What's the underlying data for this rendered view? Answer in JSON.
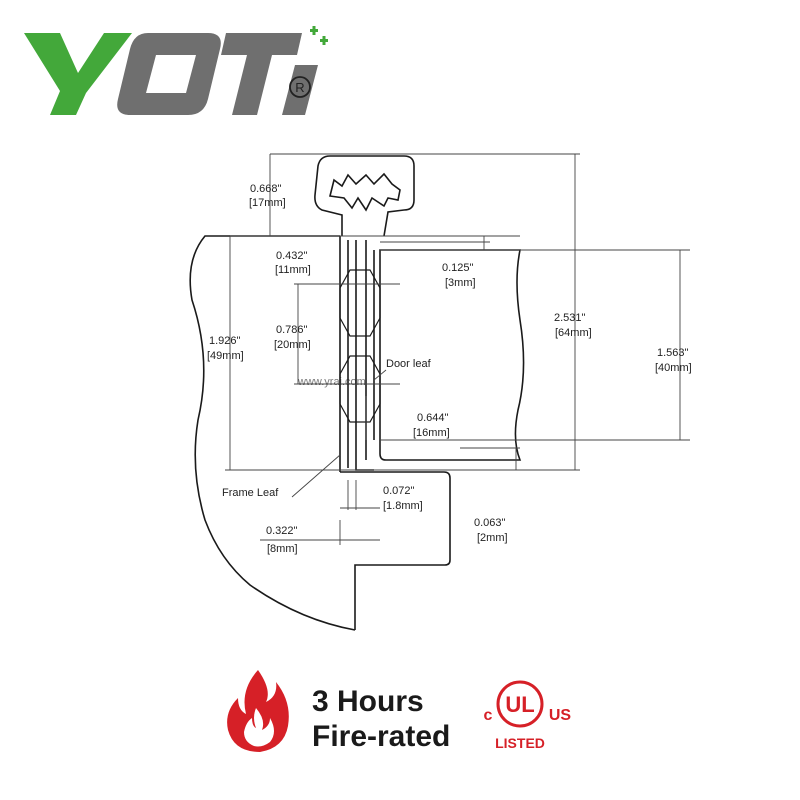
{
  "logo": {
    "brand": "YOTI",
    "registered_mark": "R",
    "colors": {
      "green": "#43a83a",
      "gray": "#6f6f6f"
    }
  },
  "diagram": {
    "watermark": "www.yrai.com",
    "dimensions": {
      "knuckle_height": {
        "in": "0.668\"",
        "mm": "[17mm]"
      },
      "top_offset": {
        "in": "0.432\"",
        "mm": "[11mm]"
      },
      "door_gap": {
        "in": "0.125\"",
        "mm": "[3mm]"
      },
      "overall_height": {
        "in": "2.531\"",
        "mm": "[64mm]"
      },
      "frame_leaf_height": {
        "in": "1.926\"",
        "mm": "[49mm]"
      },
      "bearing_pitch": {
        "in": "0.786\"",
        "mm": "[20mm]"
      },
      "door_leaf_height": {
        "in": "1.563\"",
        "mm": "[40mm]"
      },
      "door_leaf_offset": {
        "in": "0.644\"",
        "mm": "[16mm]"
      },
      "leaf_thickness": {
        "in": "0.072\"",
        "mm": "[1.8mm]"
      },
      "bottom_gap": {
        "in": "0.063\"",
        "mm": "[2mm]"
      },
      "frame_width": {
        "in": "0.322\"",
        "mm": "[8mm]"
      }
    },
    "labels": {
      "door_leaf": "Door leaf",
      "frame_leaf": "Frame Leaf"
    }
  },
  "badge": {
    "fire_rating_line1": "3 Hours",
    "fire_rating_line2": "Fire-rated",
    "ul": {
      "c": "c",
      "ul": "UL",
      "us": "US",
      "listed": "LISTED"
    },
    "colors": {
      "red": "#d62027"
    }
  }
}
